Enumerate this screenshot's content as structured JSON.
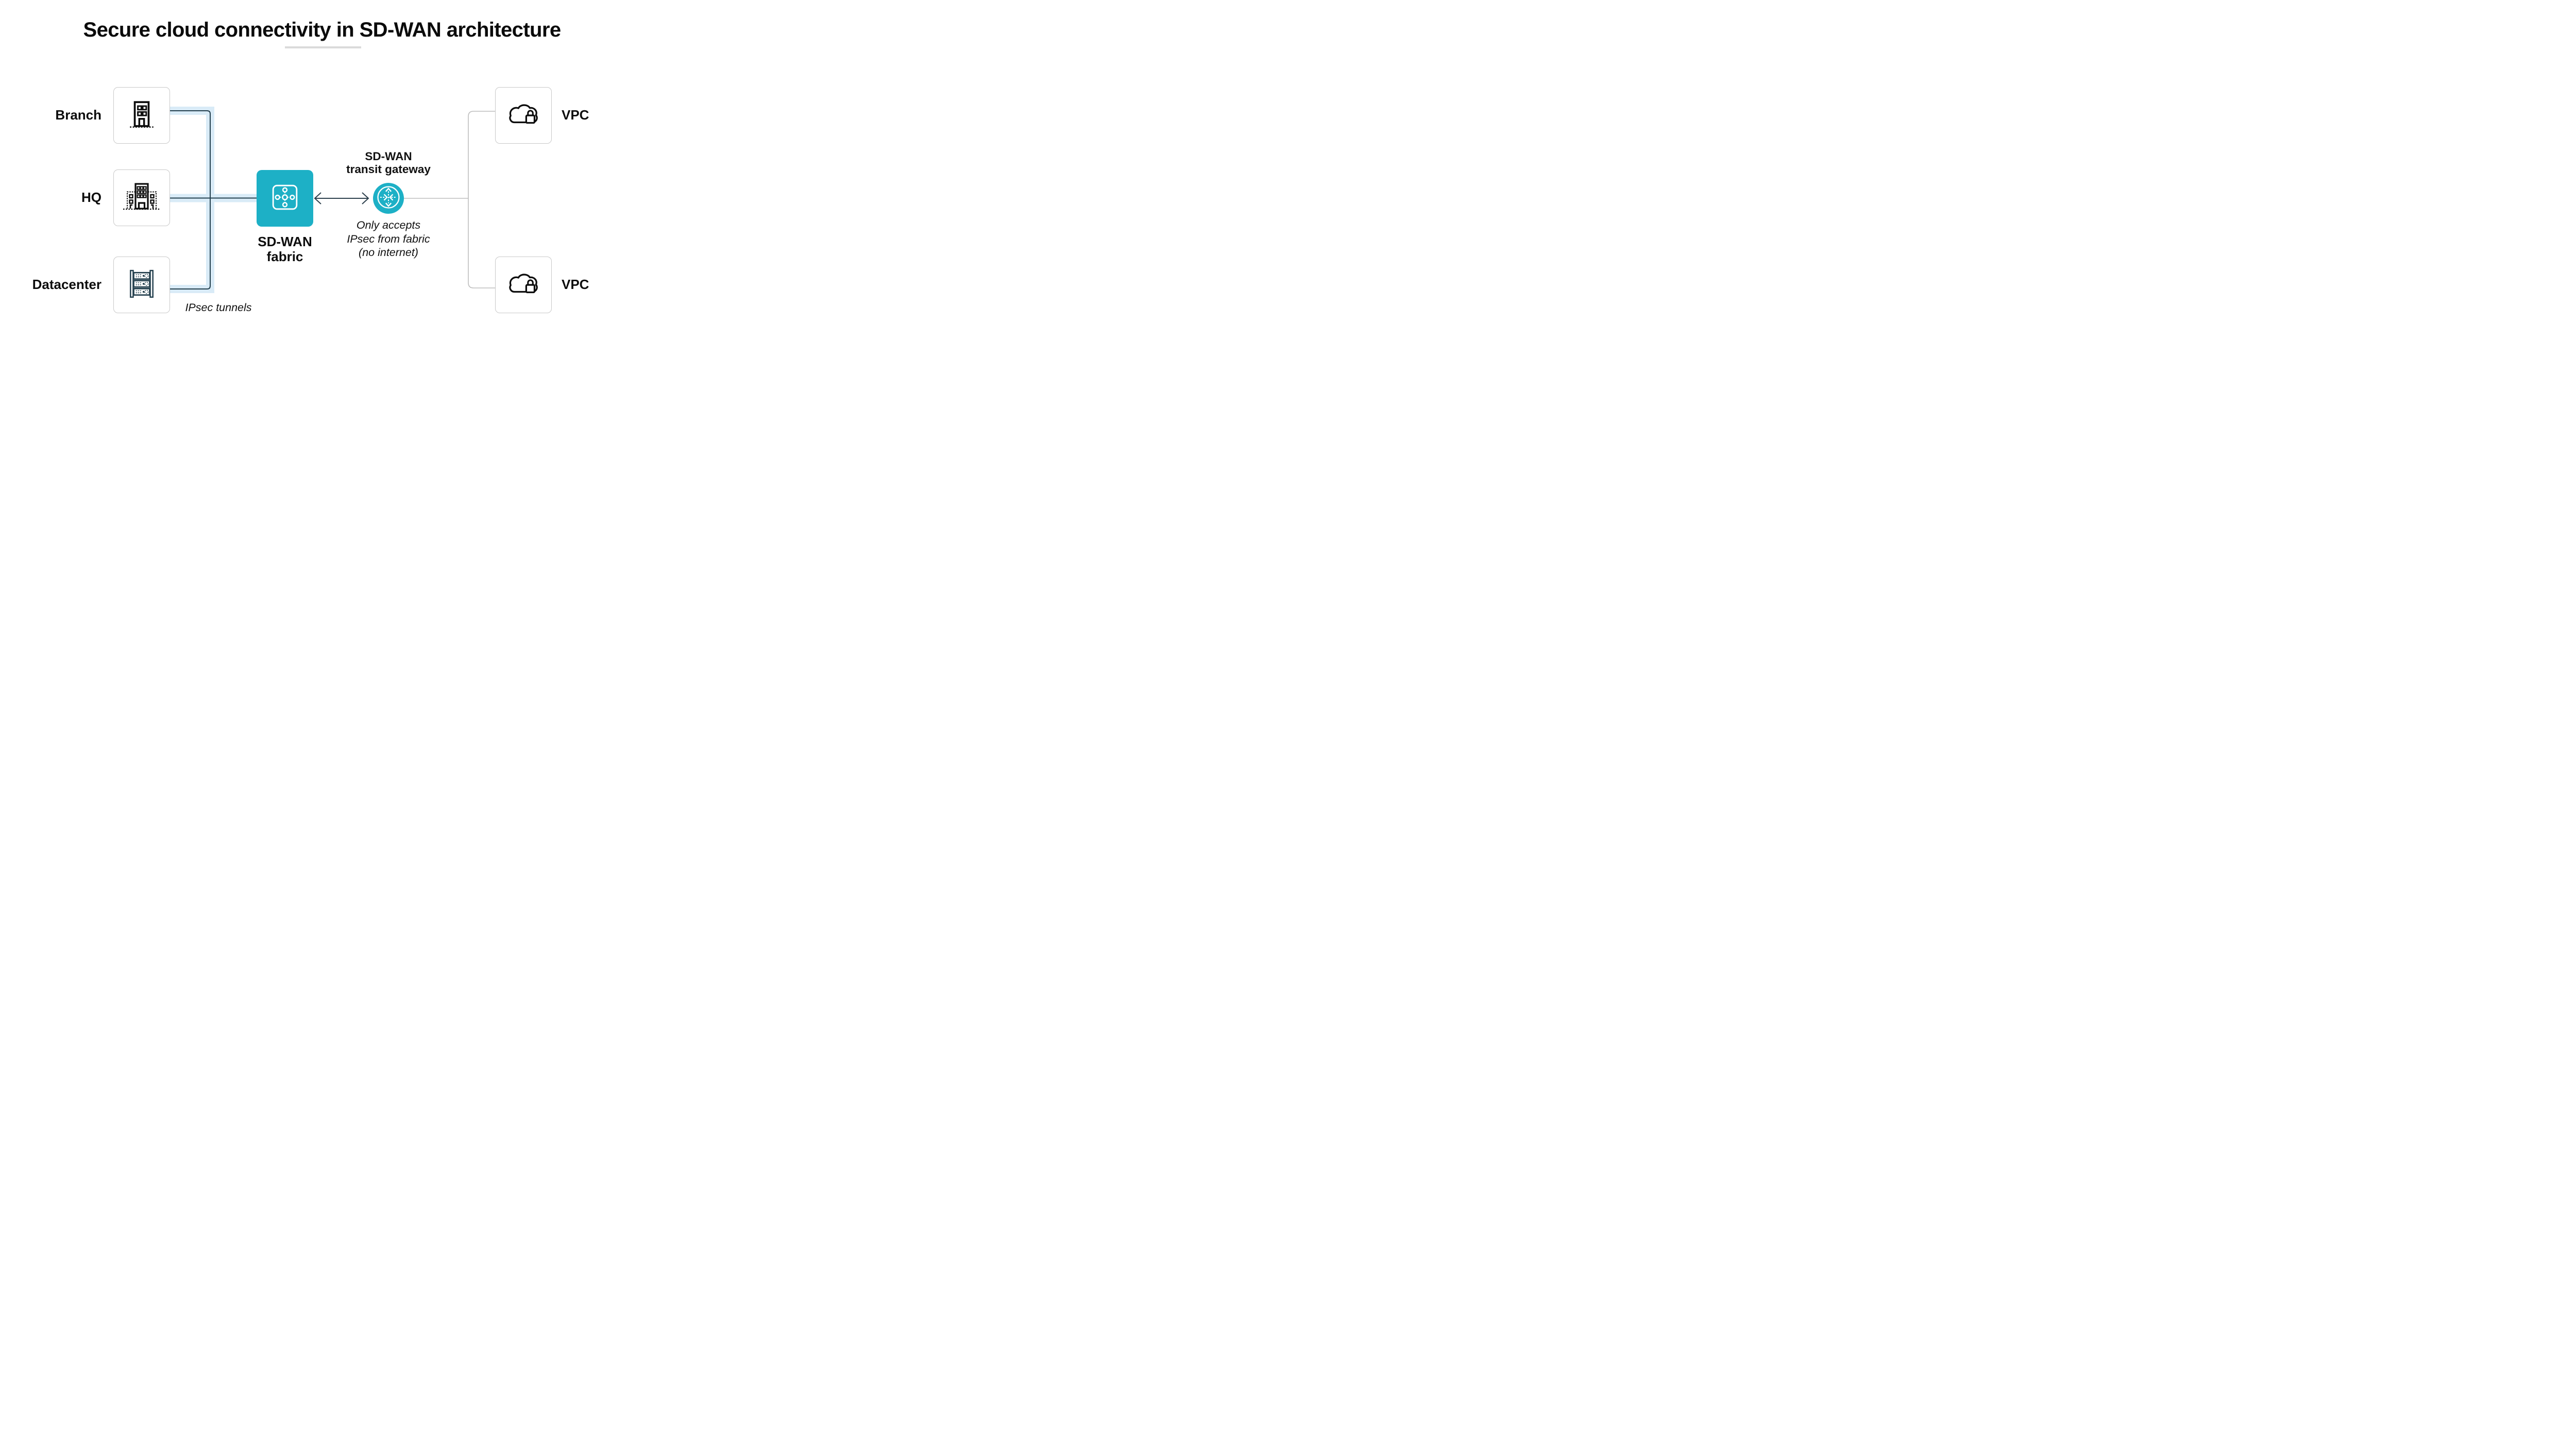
{
  "header": {
    "title": "Secure cloud connectivity in SD-WAN architecture"
  },
  "sites": [
    {
      "label": "Branch",
      "icon": "office-building-icon"
    },
    {
      "label": "HQ",
      "icon": "hq-buildings-icon"
    },
    {
      "label": "Datacenter",
      "icon": "server-rack-icon"
    }
  ],
  "fabric": {
    "label_line1": "SD-WAN",
    "label_line2": "fabric",
    "icon": "mesh-network-icon"
  },
  "gateway": {
    "label_line1": "SD-WAN",
    "label_line2": "transit gateway",
    "icon": "router-icon",
    "note_line1": "Only accepts",
    "note_line2": "IPsec from fabric",
    "note_line3": "(no internet)"
  },
  "vpcs": [
    {
      "label": "VPC",
      "icon": "secure-cloud-icon"
    },
    {
      "label": "VPC",
      "icon": "secure-cloud-icon"
    }
  ],
  "tunnels": {
    "label": "IPsec tunnels"
  },
  "colors": {
    "teal_accent": "#1db0c6",
    "tunnel_fill": "#d9ebf7",
    "line_dark": "#24404e",
    "arrow_dark": "#2c3f4c",
    "connector_gray": "#bdbdbd",
    "node_border": "#c9c9c9",
    "title_underline": "#dadada",
    "text": "#0c0c0c"
  }
}
